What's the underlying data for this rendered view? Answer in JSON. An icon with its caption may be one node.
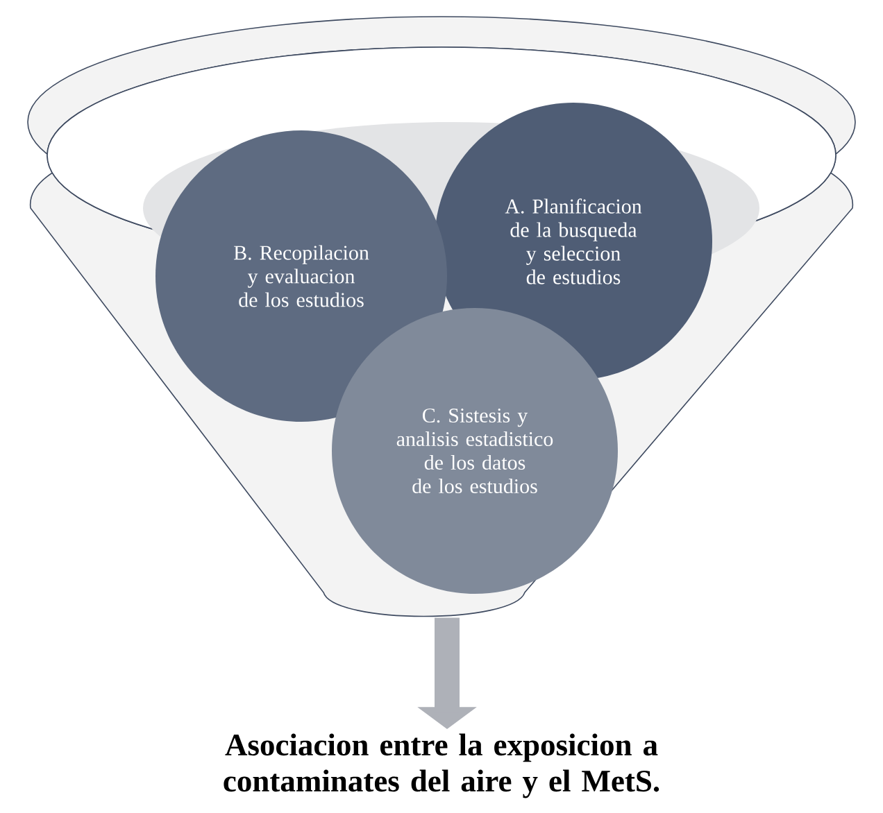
{
  "diagram": {
    "nodes": [
      {
        "text": [],
        "shape": "funnel"
      },
      {
        "text": [
          "A. Planificacion de la busqueda y seleccion de estudios"
        ],
        "in": 0
      },
      {
        "text": [
          "B. Recopilacion y evaluacion de los estudios"
        ],
        "in": 0
      },
      {
        "text": [
          "C. Sistesis y analisis estadistico de los datos de los estudios"
        ],
        "in": 0
      },
      {
        "text": [
          "Asociacion entre la exposicion a contaminates del aire y el MetS."
        ]
      }
    ],
    "edges": [
      {
        "from": 0,
        "to": 4,
        "arrow": "to"
      }
    ]
  }
}
